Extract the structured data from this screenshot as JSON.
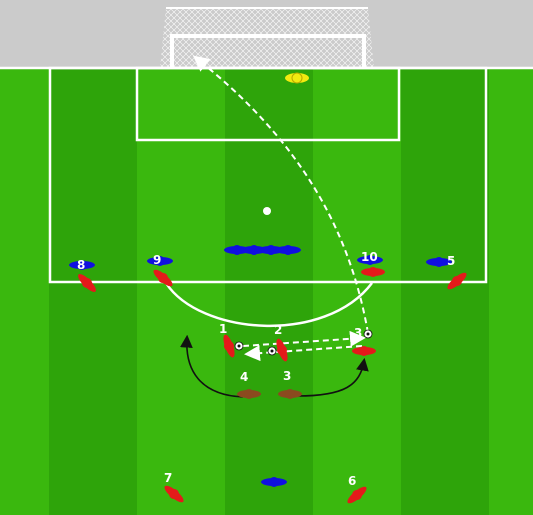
{
  "colors": {
    "grass_light": "#3ab80e",
    "grass_dark": "#2ea40a",
    "off_pitch": "#cbcbcb",
    "lines": "#ffffff",
    "team_red": "#e41a1a",
    "team_blue": "#1010e0",
    "team_brown": "#8b4a1f",
    "keeper": "#f2ea10"
  },
  "player_numbers": {
    "blue_8": "8",
    "blue_9": "9",
    "blue_10": "10",
    "blue_5": "5",
    "red_1": "1",
    "red_2": "2",
    "red_3": "3",
    "brown_4": "4",
    "brown_3": "3",
    "red_7": "7",
    "red_6": "6"
  },
  "icons": {
    "ball": "ball-icon",
    "goal": "goal-net-icon",
    "player": "player-icon"
  }
}
